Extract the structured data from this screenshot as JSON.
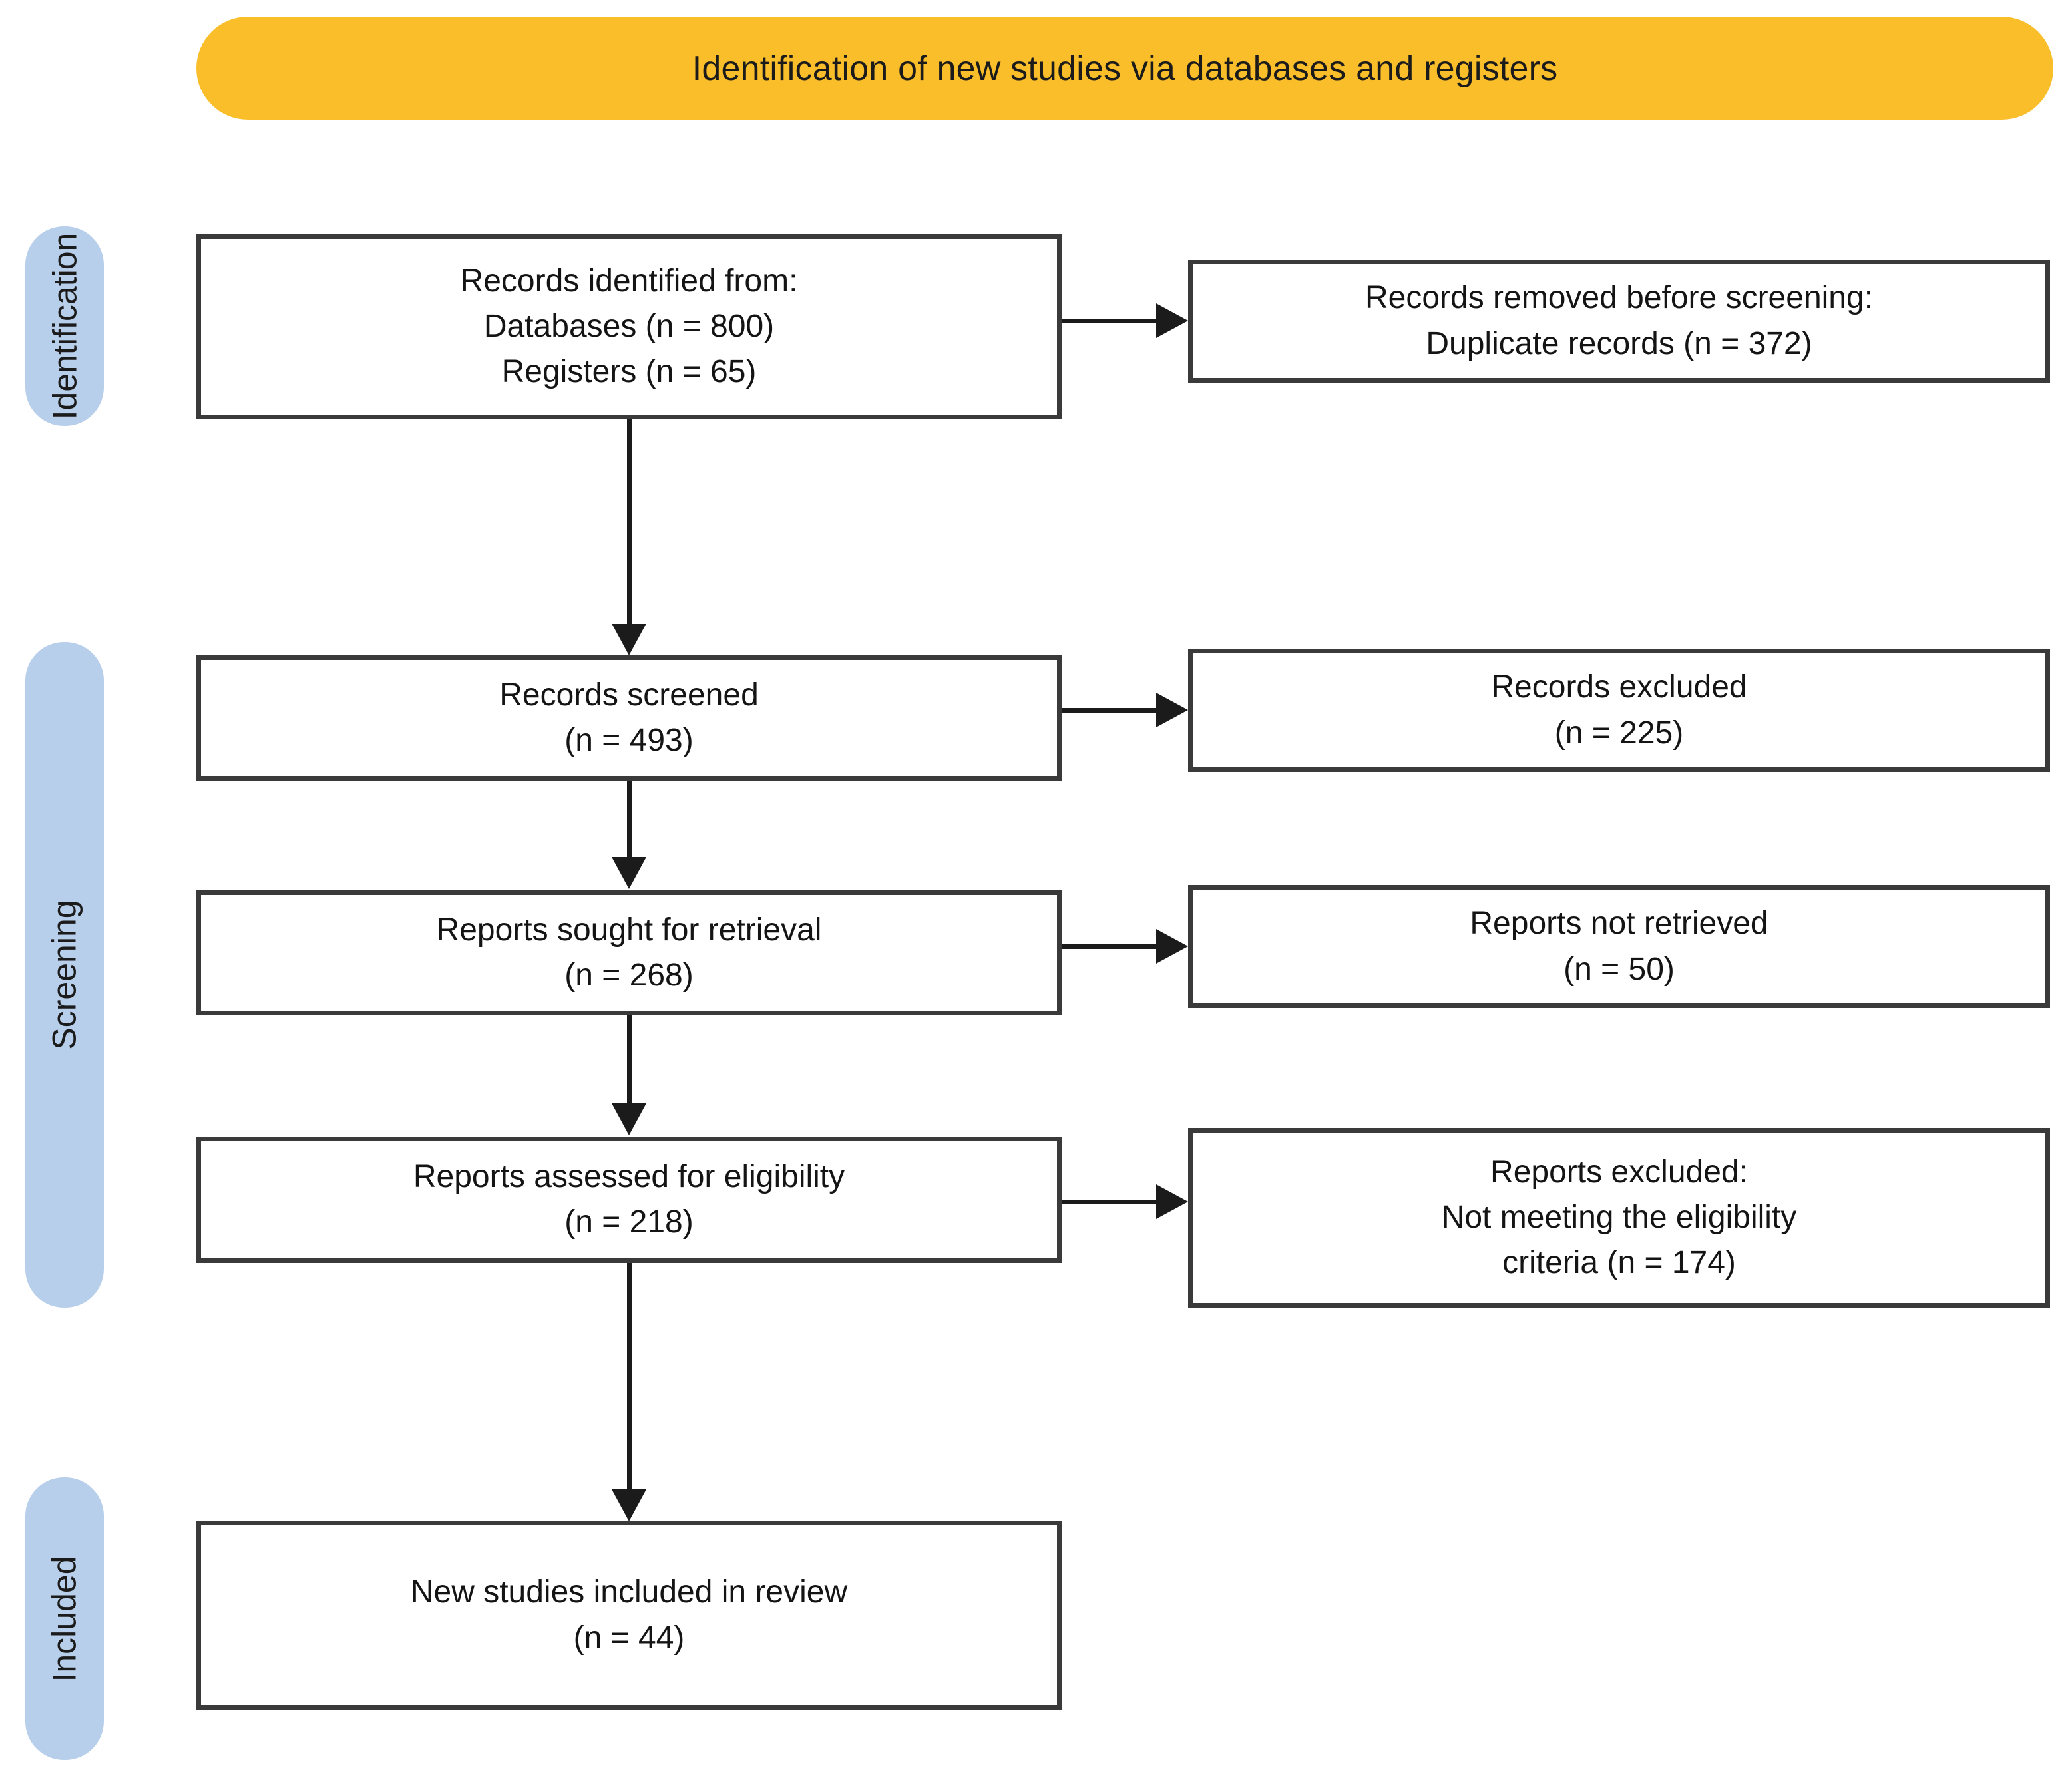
{
  "banner": {
    "title": "Identification of new studies via databases and registers",
    "color": "#F9BE2A"
  },
  "stages": [
    {
      "label": "Identification"
    },
    {
      "label": "Screening"
    },
    {
      "label": "Included"
    }
  ],
  "stage_pill_color": "#B8CFEB",
  "boxes": {
    "identified": {
      "line1": "Records identified from:",
      "line2": "Databases (n = 800)",
      "line3": "Registers (n = 65)"
    },
    "removed": {
      "line1": "Records removed before screening:",
      "line2": "Duplicate records (n = 372)"
    },
    "screened": {
      "line1": "Records screened",
      "line2": "(n = 493)"
    },
    "records_excluded": {
      "line1": "Records excluded",
      "line2": "(n = 225)"
    },
    "sought": {
      "line1": "Reports sought for retrieval",
      "line2": "(n = 268)"
    },
    "not_retrieved": {
      "line1": "Reports not retrieved",
      "line2": "(n = 50)"
    },
    "assessed": {
      "line1": "Reports assessed for eligibility",
      "line2": "(n = 218)"
    },
    "reports_excluded": {
      "line1": "Reports excluded:",
      "line2": "Not meeting the eligibility",
      "line3": "criteria (n = 174)"
    },
    "included": {
      "line1": "New studies included in review",
      "line2": "(n = 44)"
    }
  },
  "chart_data": {
    "type": "diagram",
    "title": "Identification of new studies via databases and registers",
    "nodes": [
      {
        "id": "identified",
        "stage": "Identification",
        "column": "left",
        "label": "Records identified from: Databases (n = 800) Registers (n = 65)",
        "values": {
          "Databases": 800,
          "Registers": 65
        }
      },
      {
        "id": "removed",
        "stage": "Identification",
        "column": "right",
        "label": "Records removed before screening: Duplicate records (n = 372)",
        "values": {
          "Duplicate records": 372
        }
      },
      {
        "id": "screened",
        "stage": "Screening",
        "column": "left",
        "label": "Records screened (n = 493)",
        "values": {
          "n": 493
        }
      },
      {
        "id": "records_excluded",
        "stage": "Screening",
        "column": "right",
        "label": "Records excluded (n = 225)",
        "values": {
          "n": 225
        }
      },
      {
        "id": "sought",
        "stage": "Screening",
        "column": "left",
        "label": "Reports sought for retrieval (n = 268)",
        "values": {
          "n": 268
        }
      },
      {
        "id": "not_retrieved",
        "stage": "Screening",
        "column": "right",
        "label": "Reports not retrieved (n = 50)",
        "values": {
          "n": 50
        }
      },
      {
        "id": "assessed",
        "stage": "Screening",
        "column": "left",
        "label": "Reports assessed for eligibility (n = 218)",
        "values": {
          "n": 218
        }
      },
      {
        "id": "reports_excluded",
        "stage": "Screening",
        "column": "right",
        "label": "Reports excluded: Not meeting the eligibility criteria (n = 174)",
        "values": {
          "n": 174
        }
      },
      {
        "id": "included",
        "stage": "Included",
        "column": "left",
        "label": "New studies included in review (n = 44)",
        "values": {
          "n": 44
        }
      }
    ],
    "edges": [
      {
        "from": "identified",
        "to": "removed",
        "direction": "right"
      },
      {
        "from": "identified",
        "to": "screened",
        "direction": "down"
      },
      {
        "from": "screened",
        "to": "records_excluded",
        "direction": "right"
      },
      {
        "from": "screened",
        "to": "sought",
        "direction": "down"
      },
      {
        "from": "sought",
        "to": "not_retrieved",
        "direction": "right"
      },
      {
        "from": "sought",
        "to": "assessed",
        "direction": "down"
      },
      {
        "from": "assessed",
        "to": "reports_excluded",
        "direction": "right"
      },
      {
        "from": "assessed",
        "to": "included",
        "direction": "down"
      }
    ]
  }
}
